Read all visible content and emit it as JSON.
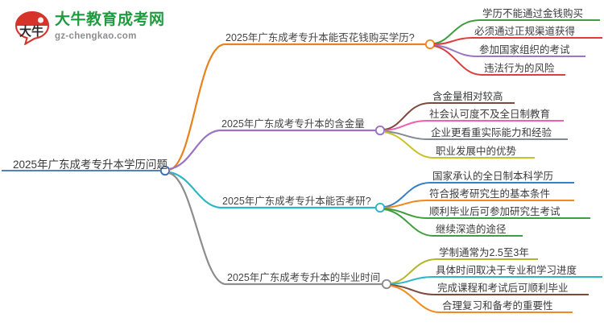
{
  "logo": {
    "mark_text": "大牛",
    "title": "大牛教育成考网",
    "subtitle": "gz-chengkao.com",
    "brand_color": "#1f9b3f",
    "mark_color": "#d6342b"
  },
  "mindmap": {
    "root": {
      "label": "2025年广东成考专升本学历问题",
      "color": "#3b6fb5"
    },
    "branches": [
      {
        "label": "2025年广东成考专升本能否花钱购买学历?",
        "color": "#e8821e",
        "node_color": "#ef8b22",
        "leaves": [
          {
            "label": "学历不能通过金钱购买",
            "color": "#3f9e3f"
          },
          {
            "label": "必须通过正规渠道获得",
            "color": "#e03c3c"
          },
          {
            "label": "参加国家组织的考试",
            "color": "#9a76c8"
          },
          {
            "label": "违法行为的风险",
            "color": "#d94040"
          }
        ]
      },
      {
        "label": "2025年广东成考专升本的含金量",
        "color": "#9b72c4",
        "node_color": "#9b72c4",
        "leaves": [
          {
            "label": "含金量相对较高",
            "color": "#7b4a3c"
          },
          {
            "label": "社会认可度不及全日制教育",
            "color": "#f25fb0"
          },
          {
            "label": "企业更看重实际能力和经验",
            "color": "#808a8f"
          },
          {
            "label": "职业发展中的优势",
            "color": "#c9c22a"
          }
        ]
      },
      {
        "label": "2025年广东成考专升本能否考研?",
        "color": "#2eb6c8",
        "node_color": "#2eb6c8",
        "leaves": [
          {
            "label": "国家承认的全日制本科学历",
            "color": "#3a7fc1"
          },
          {
            "label": "符合报考研究生的基本条件",
            "color": "#f08a1e"
          },
          {
            "label": "顺利毕业后可参加研究生考试",
            "color": "#3f9e3f"
          },
          {
            "label": "继续深造的途径",
            "color": "#3f9e3f"
          }
        ]
      },
      {
        "label": "2025年广东成考专升本的毕业时间",
        "color": "#8d8d8d",
        "node_color": "#8d8d8d",
        "leaves": [
          {
            "label": "学制通常为2.5至3年",
            "color": "#b5b52c"
          },
          {
            "label": "具体时间取决于专业和学习进度",
            "color": "#2eb6c8"
          },
          {
            "label": "完成课程和考试后可顺利毕业",
            "color": "#7b4a3c"
          },
          {
            "label": "合理复习和备考的重要性",
            "color": "#ef8b22"
          }
        ]
      }
    ]
  }
}
